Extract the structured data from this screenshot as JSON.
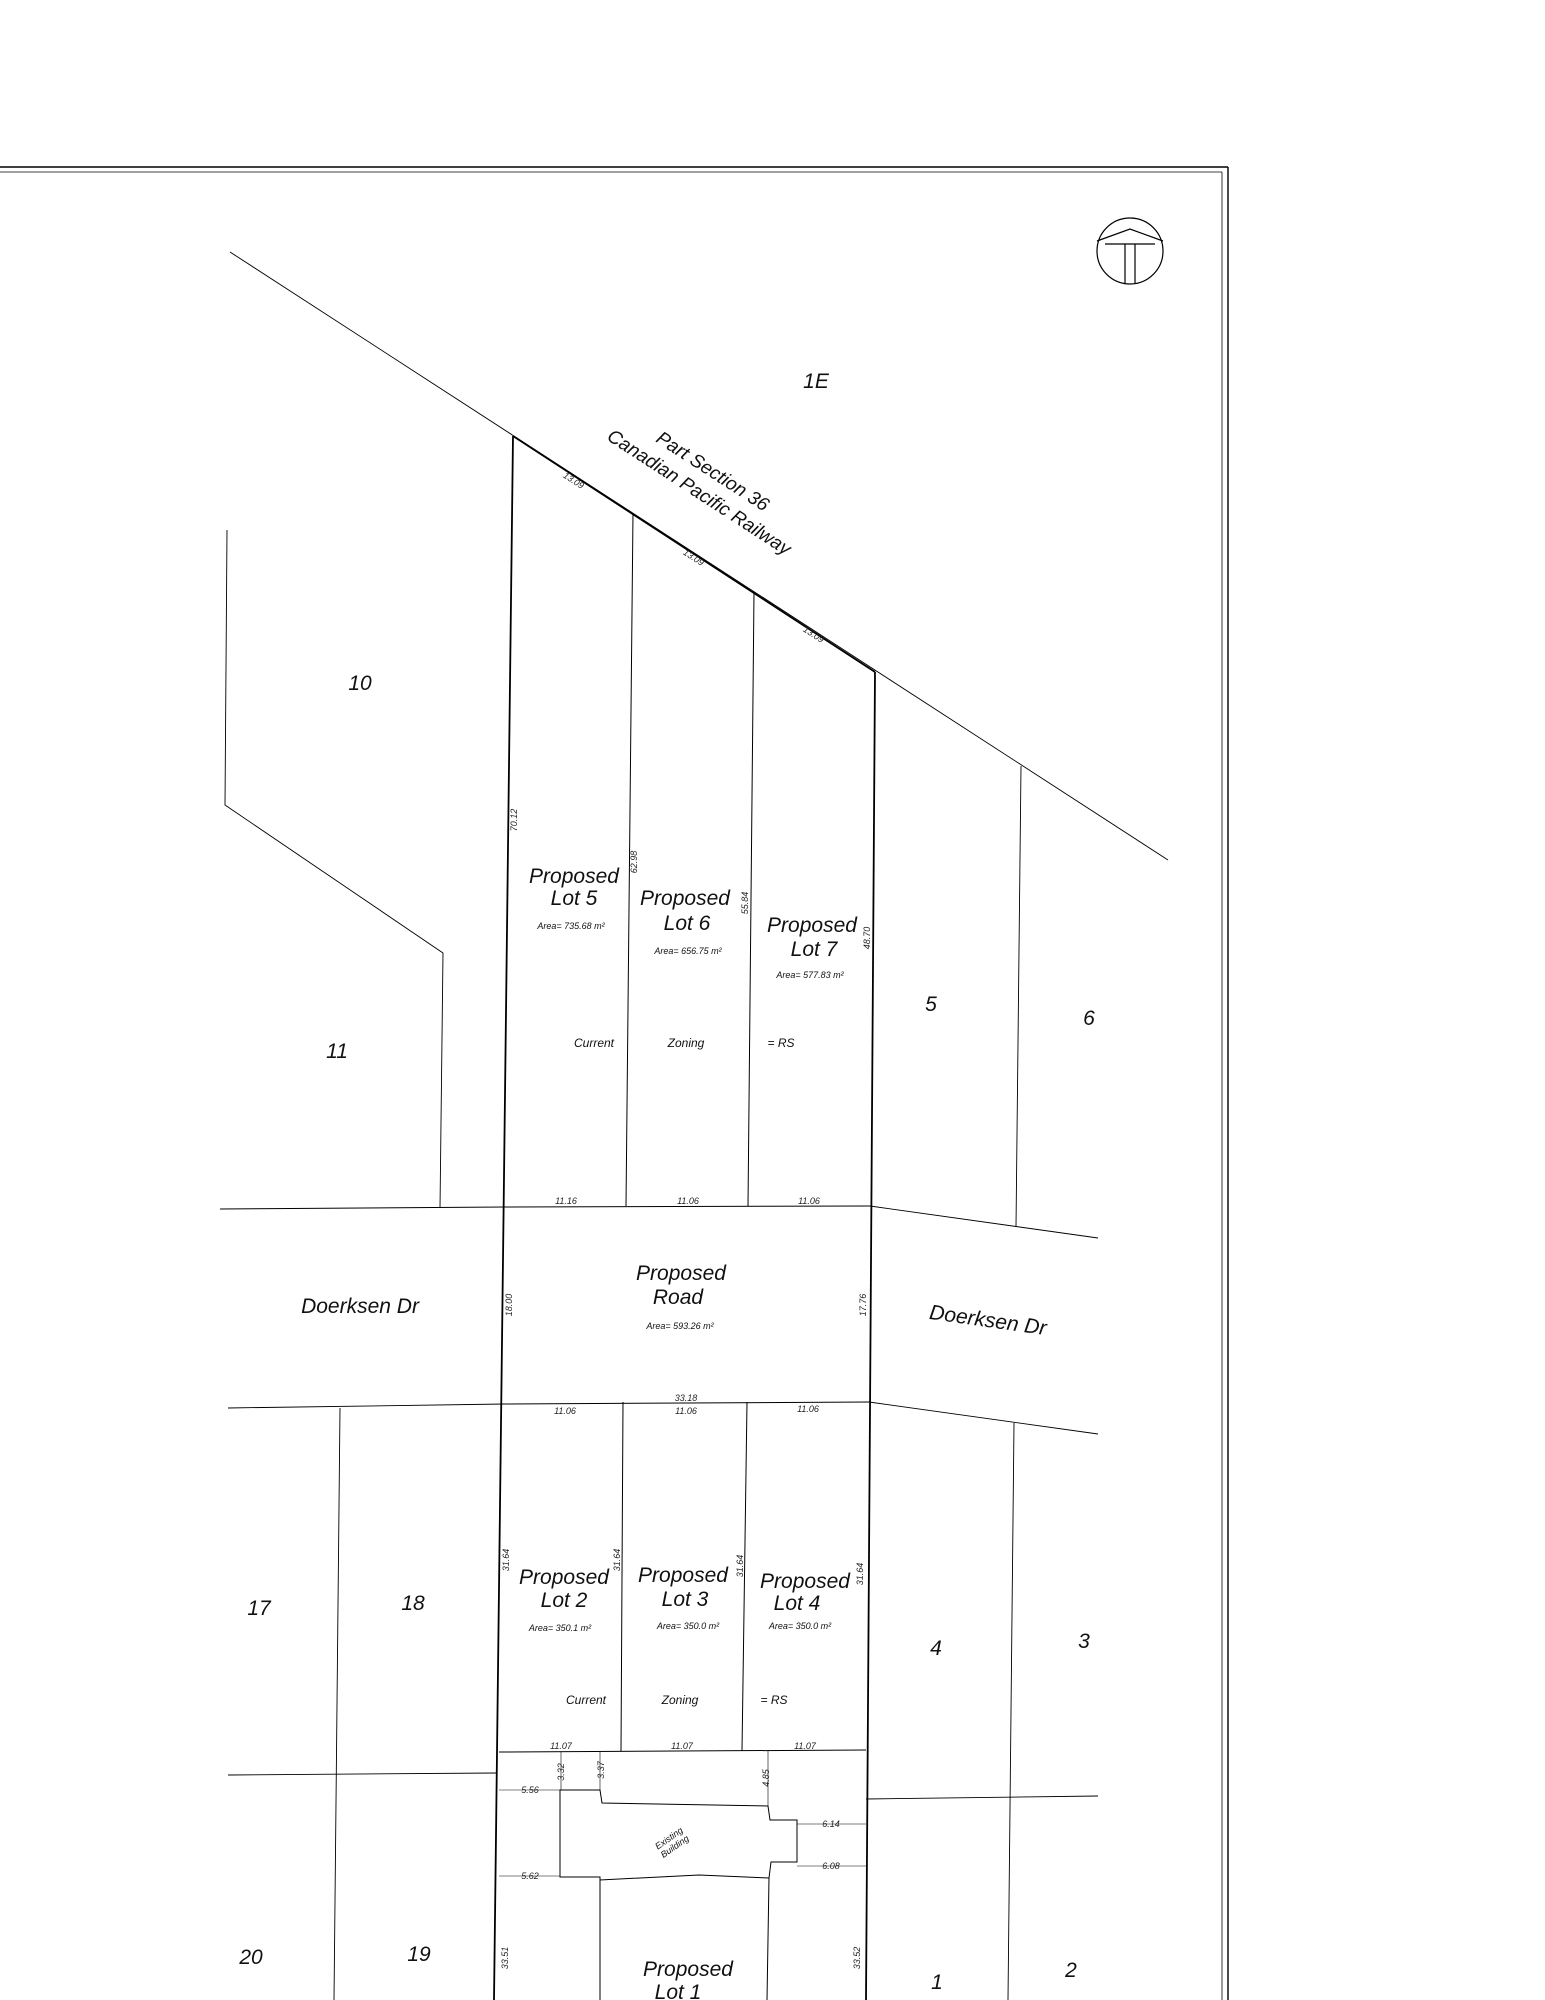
{
  "railway": {
    "line1": "Part Section 36",
    "line2": "Canadian Pacific Railway"
  },
  "parcels": {
    "p1e": "1E",
    "p10": "10",
    "p11": "11",
    "p5": "5",
    "p6": "6",
    "p17": "17",
    "p18": "18",
    "p4": "4",
    "p3": "3",
    "p20": "20",
    "p19": "19",
    "p1": "1",
    "p2": "2"
  },
  "streets": {
    "west": "Doerksen Dr",
    "east": "Doerksen Dr"
  },
  "proposed_lots": [
    {
      "id": "lot5",
      "line1": "Proposed",
      "line2": "Lot 5",
      "area": "Area= 735.68 m²"
    },
    {
      "id": "lot6",
      "line1": "Proposed",
      "line2": "Lot 6",
      "area": "Area= 656.75 m²"
    },
    {
      "id": "lot7",
      "line1": "Proposed",
      "line2": "Lot 7",
      "area": "Area= 577.83 m²"
    },
    {
      "id": "road",
      "line1": "Proposed",
      "line2": "Road",
      "area": "Area= 593.26 m²"
    },
    {
      "id": "lot2",
      "line1": "Proposed",
      "line2": "Lot 2",
      "area": "Area= 350.1 m²"
    },
    {
      "id": "lot3",
      "line1": "Proposed",
      "line2": "Lot 3",
      "area": "Area= 350.0 m²"
    },
    {
      "id": "lot4",
      "line1": "Proposed",
      "line2": "Lot 4",
      "area": "Area= 350.0 m²"
    },
    {
      "id": "lot1",
      "line1": "Proposed",
      "line2": "Lot 1"
    }
  ],
  "zoning_upper": {
    "w1": "Current",
    "w2": "Zoning",
    "w3": "= RS"
  },
  "zoning_lower": {
    "w1": "Current",
    "w2": "Zoning",
    "w3": "= RS"
  },
  "existing_building": {
    "line1": "Existing",
    "line2": "Building"
  },
  "dimensions": {
    "rail1": "13.09",
    "rail2": "13.09",
    "rail3": "13.09",
    "lot5_west": "70.12",
    "lot6_west": "62.98",
    "lot7_west": "55.84",
    "lot7_east": "48.70",
    "north_a": "11.16",
    "north_b": "11.06",
    "north_c": "11.06",
    "road_west": "18.00",
    "road_east": "17.76",
    "road_total": "33.18",
    "south_a": "11.06",
    "south_b": "11.06",
    "south_c": "11.06",
    "lot2_west": "31.64",
    "lot2_east": "31.64",
    "lot3_east": "31.64",
    "lot4_east": "31.64",
    "bot_a": "11.07",
    "bot_b": "11.07",
    "bot_c": "11.07",
    "set_1": "3.32",
    "set_2": "3.37",
    "set_3": "4.85",
    "set_556": "5.56",
    "set_562": "5.62",
    "set_614": "6.14",
    "set_608": "6.08",
    "lot1_west": "33.51",
    "lot1_east": "33.52"
  }
}
